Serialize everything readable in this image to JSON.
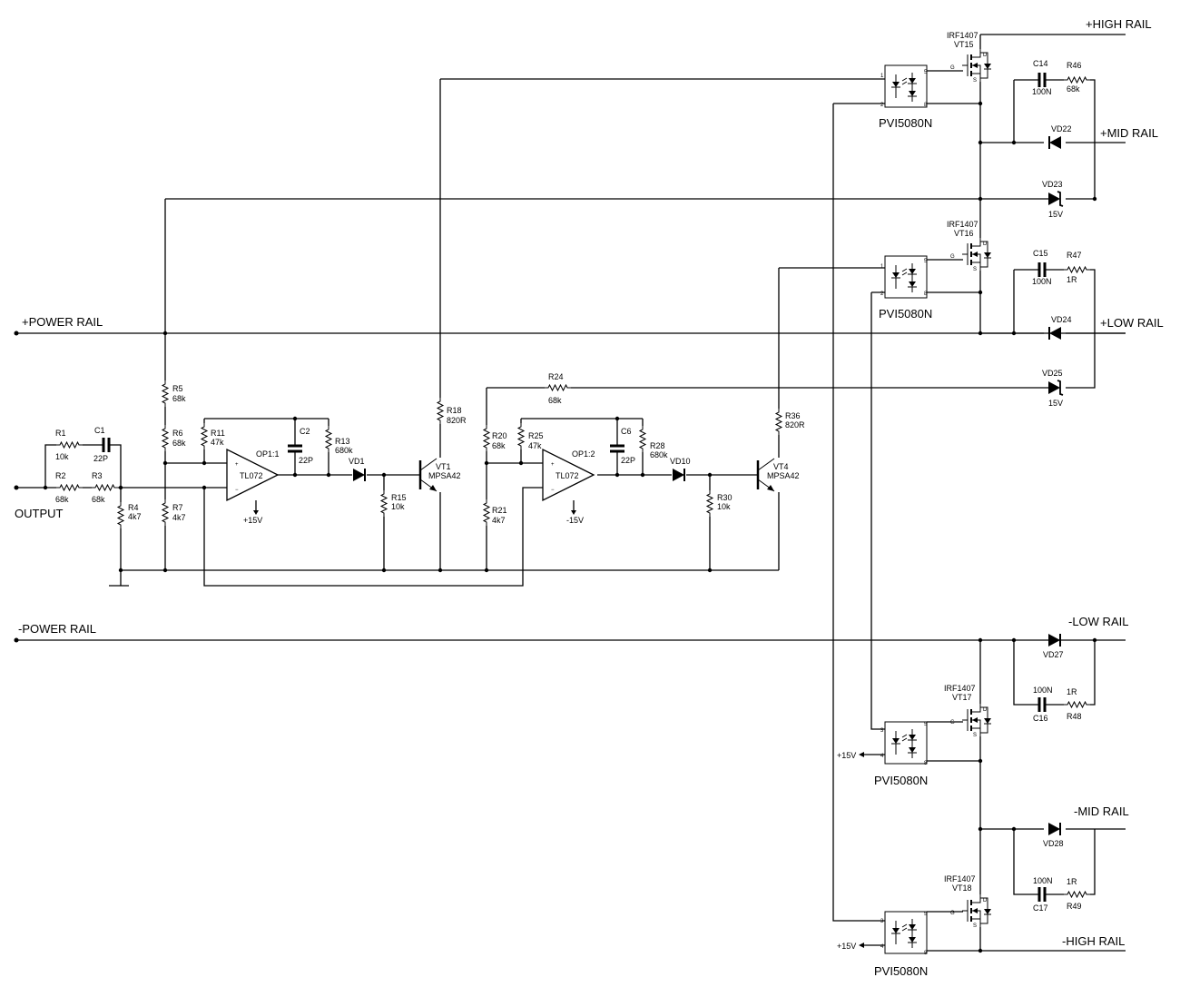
{
  "rails": {
    "high_pos": "+HIGH RAIL",
    "mid_pos": "+MID RAIL",
    "low_pos": "+LOW RAIL",
    "power_pos": "+POWER RAIL",
    "power_neg": "-POWER RAIL",
    "low_neg": "-LOW RAIL",
    "mid_neg": "-MID RAIL",
    "high_neg": "-HIGH RAIL",
    "output": "OUTPUT"
  },
  "supplies": {
    "pos15": "+15V",
    "neg15": "-15V"
  },
  "resistors": {
    "R1": {
      "ref": "R1",
      "val": "10k"
    },
    "R2": {
      "ref": "R2",
      "val": "68k"
    },
    "R3": {
      "ref": "R3",
      "val": "68k"
    },
    "R4": {
      "ref": "R4",
      "val": "4k7"
    },
    "R5": {
      "ref": "R5",
      "val": "68k"
    },
    "R6": {
      "ref": "R6",
      "val": "68k"
    },
    "R7": {
      "ref": "R7",
      "val": "4k7"
    },
    "R11": {
      "ref": "R11",
      "val": "47k"
    },
    "R13": {
      "ref": "R13",
      "val": "680k"
    },
    "R15": {
      "ref": "R15",
      "val": "10k"
    },
    "R18": {
      "ref": "R18",
      "val": "820R"
    },
    "R20": {
      "ref": "R20",
      "val": "68k"
    },
    "R21": {
      "ref": "R21",
      "val": "4k7"
    },
    "R24": {
      "ref": "R24",
      "val": "68k"
    },
    "R25": {
      "ref": "R25",
      "val": "47k"
    },
    "R28": {
      "ref": "R28",
      "val": "680k"
    },
    "R30": {
      "ref": "R30",
      "val": "10k"
    },
    "R36": {
      "ref": "R36",
      "val": "820R"
    },
    "R46": {
      "ref": "R46",
      "val": "68k"
    },
    "R47": {
      "ref": "R47",
      "val": "1R"
    },
    "R48": {
      "ref": "R48",
      "val": "1R"
    },
    "R49": {
      "ref": "R49",
      "val": "1R"
    }
  },
  "capacitors": {
    "C1": {
      "ref": "C1",
      "val": "22P"
    },
    "C2": {
      "ref": "C2",
      "val": "22P"
    },
    "C6": {
      "ref": "C6",
      "val": "22P"
    },
    "C14": {
      "ref": "C14",
      "val": "100N"
    },
    "C15": {
      "ref": "C15",
      "val": "100N"
    },
    "C16": {
      "ref": "C16",
      "val": "100N"
    },
    "C17": {
      "ref": "C17",
      "val": "100N"
    }
  },
  "opamps": {
    "OP1_1": {
      "ref": "OP1:1",
      "part": "TL072"
    },
    "OP1_2": {
      "ref": "OP1:2",
      "part": "TL072"
    }
  },
  "transistors": {
    "VT1": {
      "ref": "VT1",
      "part": "MPSA42"
    },
    "VT4": {
      "ref": "VT4",
      "part": "MPSA42"
    },
    "VT15": {
      "ref": "VT15",
      "part": "IRF1407"
    },
    "VT16": {
      "ref": "VT16",
      "part": "IRF1407"
    },
    "VT17": {
      "ref": "VT17",
      "part": "IRF1407"
    },
    "VT18": {
      "ref": "VT18",
      "part": "IRF1407"
    }
  },
  "diodes": {
    "VD1": {
      "ref": "VD1",
      "val": ""
    },
    "VD10": {
      "ref": "VD10",
      "val": ""
    },
    "VD22": {
      "ref": "VD22",
      "val": ""
    },
    "VD23": {
      "ref": "VD23",
      "val": "15V"
    },
    "VD24": {
      "ref": "VD24",
      "val": ""
    },
    "VD25": {
      "ref": "VD25",
      "val": "15V"
    },
    "VD27": {
      "ref": "VD27",
      "val": ""
    },
    "VD28": {
      "ref": "VD28",
      "val": ""
    }
  },
  "drivers": {
    "part": "PVI5080N"
  },
  "pins": {
    "g": "G",
    "d": "D",
    "s": "S",
    "p1": "1",
    "p2": "2",
    "p3": "3",
    "p4": "4",
    "p5": "5",
    "p8": "8"
  }
}
